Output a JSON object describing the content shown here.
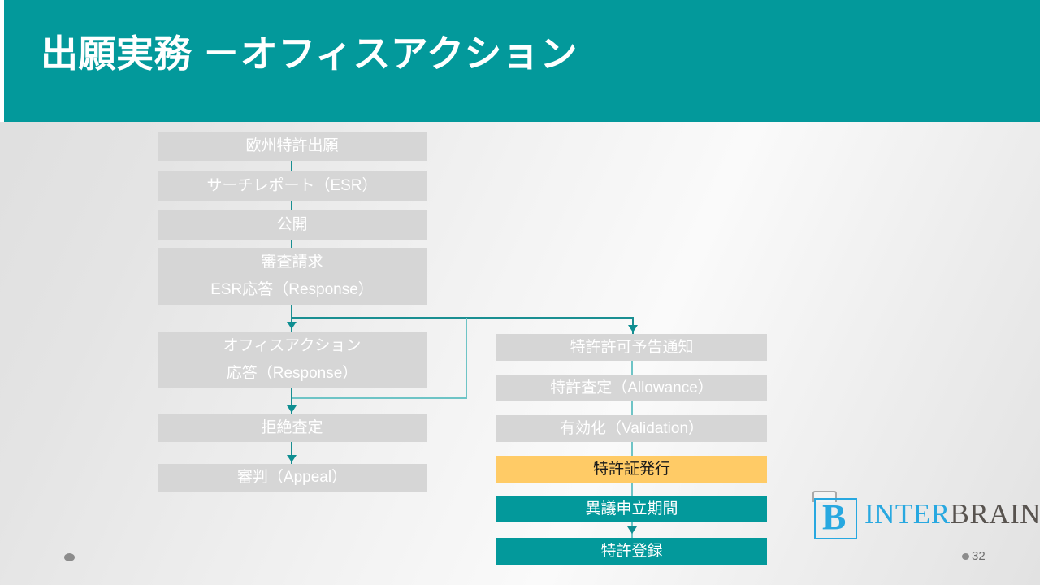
{
  "slide": {
    "title": "出願実務 －オフィスアクション",
    "page_number": "32",
    "colors": {
      "header_teal": "#03999b",
      "node_gray": "#d6d6d6",
      "node_orange": "#ffcb66",
      "node_teal": "#03999b",
      "connector": "#1a8f92",
      "connector_light": "#6ec4c6"
    }
  },
  "flow": {
    "left_column": [
      {
        "id": "european-patent-application",
        "lines": [
          "欧州特許出願"
        ],
        "style": "gray"
      },
      {
        "id": "search-report-esr",
        "lines": [
          "サーチレポート（ESR）"
        ],
        "style": "gray"
      },
      {
        "id": "publication",
        "lines": [
          "公開"
        ],
        "style": "gray"
      },
      {
        "id": "examination-request",
        "lines": [
          "審査請求",
          "ESR応答（Response）"
        ],
        "style": "gray"
      },
      {
        "id": "office-action",
        "lines": [
          "オフィスアクション",
          "応答（Response）"
        ],
        "style": "gray"
      },
      {
        "id": "refusal-decision",
        "lines": [
          "拒絶査定"
        ],
        "style": "gray"
      },
      {
        "id": "appeal",
        "lines": [
          "審判（Appeal）"
        ],
        "style": "gray"
      }
    ],
    "right_column": [
      {
        "id": "notice-of-intention-to-grant",
        "lines": [
          "特許許可予告通知"
        ],
        "style": "gray"
      },
      {
        "id": "allowance",
        "lines": [
          "特許査定（Allowance）"
        ],
        "style": "gray"
      },
      {
        "id": "validation",
        "lines": [
          "有効化（Validation）"
        ],
        "style": "gray"
      },
      {
        "id": "patent-certificate-issue",
        "lines": [
          "特許証発行"
        ],
        "style": "orange"
      },
      {
        "id": "opposition-period",
        "lines": [
          "異議申立期間"
        ],
        "style": "teal"
      },
      {
        "id": "patent-registration",
        "lines": [
          "特許登録"
        ],
        "style": "teal"
      }
    ]
  },
  "logo": {
    "mark_letter": "B",
    "word_first": "INTER",
    "word_second": "BRAIN"
  }
}
